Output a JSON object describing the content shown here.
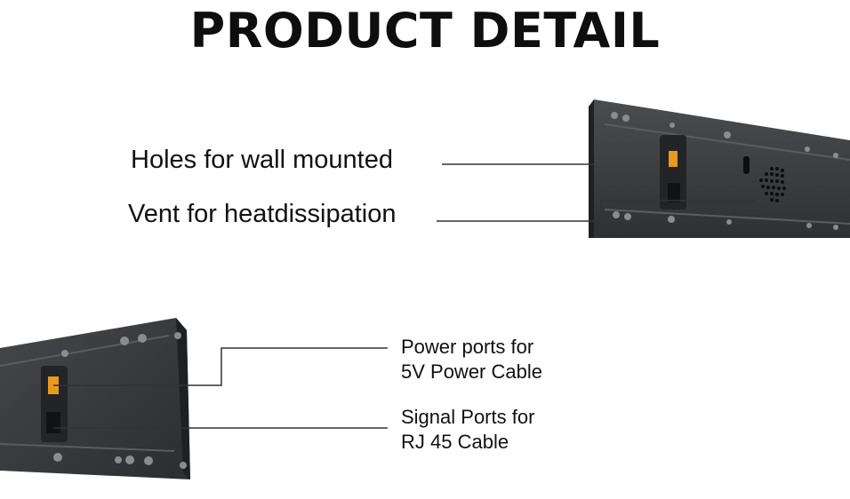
{
  "title": "PRODUCT DETAIL",
  "callouts": {
    "wall_holes": "Holes for wall mounted",
    "vent": "Vent for heatdissipation",
    "power_line1": "Power ports for",
    "power_line2": "5V Power Cable",
    "signal_line1": "Signal Ports for",
    "signal_line2": "RJ 45 Cable"
  },
  "colors": {
    "panel": "#3b3d40",
    "panel_dark": "#26282a",
    "leader_line": "#333333",
    "power_port": "#e89a1c"
  }
}
